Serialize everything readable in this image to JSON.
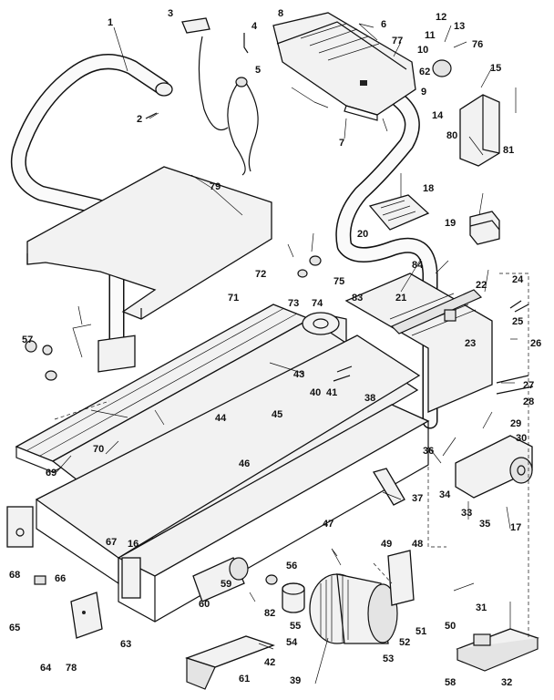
{
  "labels": [
    "1",
    "2",
    "3",
    "4",
    "5",
    "6",
    "7",
    "8",
    "9",
    "10",
    "11",
    "12",
    "13",
    "14",
    "15",
    "16",
    "17",
    "18",
    "19",
    "20",
    "21",
    "22",
    "23",
    "24",
    "25",
    "26",
    "27",
    "28",
    "29",
    "30",
    "31",
    "32",
    "33",
    "34",
    "35",
    "36",
    "37",
    "38",
    "39",
    "40",
    "41",
    "42",
    "43",
    "44",
    "45",
    "46",
    "47",
    "48",
    "49",
    "50",
    "51",
    "52",
    "53",
    "54",
    "55",
    "56",
    "57",
    "58",
    "59",
    "60",
    "61",
    "62",
    "63",
    "64",
    "65",
    "66",
    "67",
    "68",
    "69",
    "70",
    "71",
    "72",
    "73",
    "74",
    "75",
    "76",
    "77",
    "78",
    "79",
    "80",
    "81",
    "82",
    "83",
    "84"
  ]
}
